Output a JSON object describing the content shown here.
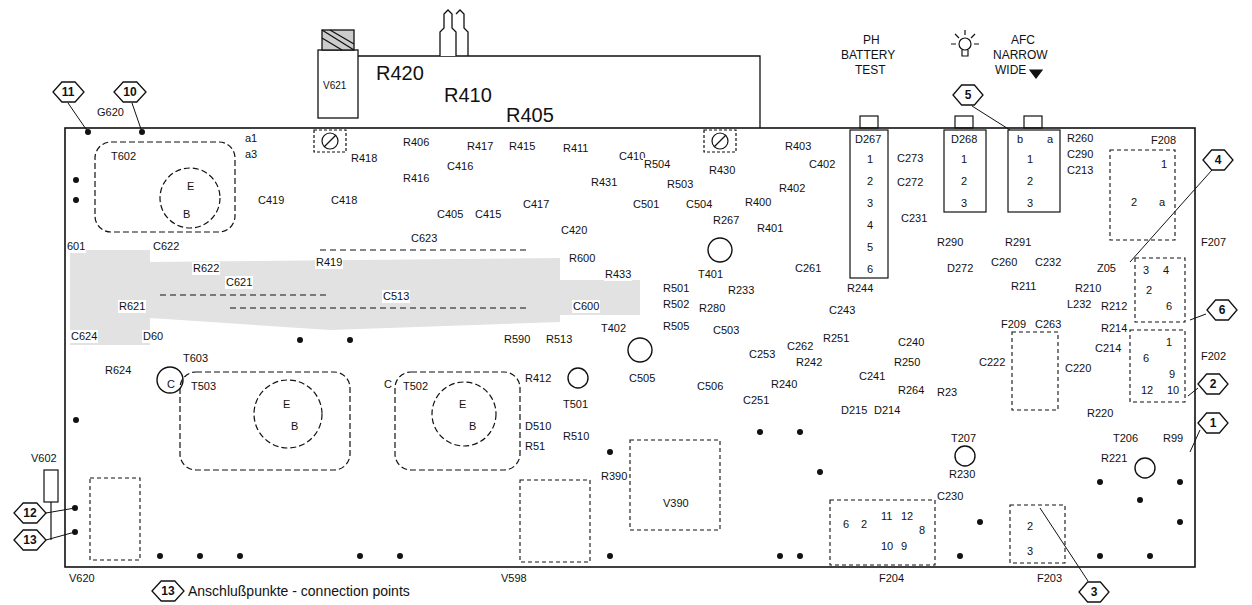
{
  "diagram": {
    "caption": "Anschlußpunkte - connection points",
    "nodes": [
      {
        "text": [
          "11"
        ]
      },
      {
        "text": [
          "10"
        ]
      },
      {
        "text": [
          "5"
        ]
      },
      {
        "text": [
          "4"
        ]
      },
      {
        "text": [
          "6"
        ]
      },
      {
        "text": [
          "2"
        ]
      },
      {
        "text": [
          "1"
        ]
      },
      {
        "text": [
          "12"
        ]
      },
      {
        "text": [
          "13"
        ]
      },
      {
        "text": [
          "3"
        ]
      },
      {
        "text": [
          "13"
        ]
      }
    ],
    "labels": [
      "V621",
      "R420",
      "R410",
      "R405",
      "PH",
      "BATTERY",
      "TEST",
      "AFC",
      "NARROW",
      "WIDE",
      "G620",
      "D267",
      "D268",
      "b",
      "a",
      "1",
      "2",
      "3",
      "4",
      "5",
      "6",
      "1",
      "2",
      "3",
      "1",
      "2",
      "3",
      "F208",
      "F207",
      "F202",
      "F209",
      "F204",
      "F203",
      "V620",
      "V598",
      "V390",
      "R406",
      "R417",
      "R415",
      "R411",
      "R418",
      "R416",
      "C416",
      "C405",
      "C419",
      "C418",
      "C415",
      "C417",
      "C410",
      "R431",
      "R504",
      "R503",
      "C501",
      "C504",
      "R430",
      "R400",
      "R401",
      "R402",
      "R403",
      "C402",
      "R267",
      "C273",
      "C272",
      "C231",
      "R260",
      "C290",
      "C213",
      "R290",
      "R291",
      "D272",
      "C260",
      "C232",
      "R211",
      "Z05",
      "R210",
      "R212",
      "L232",
      "C263",
      "C222",
      "R214",
      "C214",
      "C220",
      "R220",
      "T206",
      "R221",
      "R99",
      "C623",
      "C420",
      "R600",
      "R433",
      "C600",
      "T401",
      "R233",
      "R280",
      "C503",
      "C261",
      "R244",
      "C243",
      "C262",
      "R251",
      "C253",
      "R590",
      "R513",
      "T402",
      "R505",
      "R501",
      "R502",
      "C513",
      "C621",
      "R622",
      "R621",
      "R419",
      "C622",
      "601",
      "D60",
      "T603",
      "C624",
      "R624",
      "V602",
      "T602",
      "E",
      "B",
      "a1",
      "a3",
      "C",
      "T503",
      "E",
      "B",
      "C",
      "T502",
      "E",
      "B",
      "R412",
      "D510",
      "R510",
      "R51",
      "T501",
      "C505",
      "C506",
      "C251",
      "R390",
      "R240",
      "R242",
      "D215",
      "D214",
      "C241",
      "C240",
      "R250",
      "R264",
      "R23",
      "T207",
      "R230",
      "C230",
      "6",
      "2",
      "11",
      "12",
      "8",
      "10",
      "9",
      "2",
      "3",
      "1",
      "6",
      "9",
      "12",
      "10",
      "3",
      "4",
      "2",
      "6",
      "1",
      "2",
      "a"
    ]
  }
}
